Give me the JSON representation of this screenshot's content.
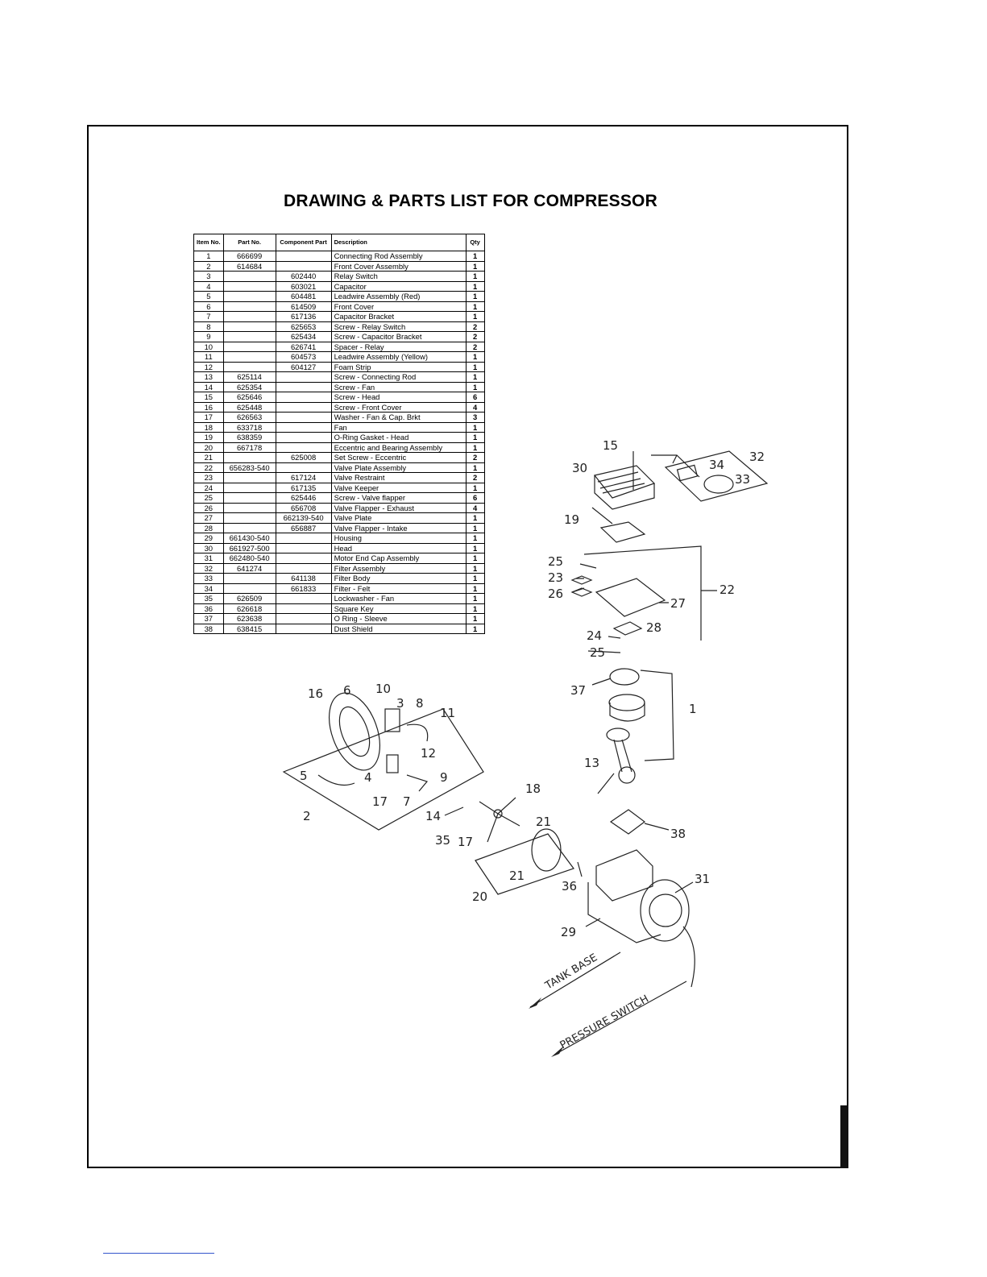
{
  "title": "DRAWING & PARTS LIST FOR COMPRESSOR",
  "table": {
    "headers": {
      "item": "Item No.",
      "part": "Part No.",
      "component": "Component Part",
      "description": "Description",
      "qty": "Qty"
    },
    "rows": [
      {
        "item": "1",
        "part": "666699",
        "component": "",
        "description": "Connecting Rod Assembly",
        "qty": "1"
      },
      {
        "item": "2",
        "part": "614684",
        "component": "",
        "description": "Front Cover Assembly",
        "qty": "1"
      },
      {
        "item": "3",
        "part": "",
        "component": "602440",
        "description": "Relay Switch",
        "qty": "1"
      },
      {
        "item": "4",
        "part": "",
        "component": "603021",
        "description": "Capacitor",
        "qty": "1"
      },
      {
        "item": "5",
        "part": "",
        "component": "604481",
        "description": "Leadwire Assembly (Red)",
        "qty": "1"
      },
      {
        "item": "6",
        "part": "",
        "component": "614509",
        "description": "Front Cover",
        "qty": "1"
      },
      {
        "item": "7",
        "part": "",
        "component": "617136",
        "description": "Capacitor Bracket",
        "qty": "1"
      },
      {
        "item": "8",
        "part": "",
        "component": "625653",
        "description": "Screw - Relay Switch",
        "qty": "2"
      },
      {
        "item": "9",
        "part": "",
        "component": "625434",
        "description": "Screw - Capacitor Bracket",
        "qty": "2"
      },
      {
        "item": "10",
        "part": "",
        "component": "626741",
        "description": "Spacer - Relay",
        "qty": "2"
      },
      {
        "item": "11",
        "part": "",
        "component": "604573",
        "description": "Leadwire Assembly (Yellow)",
        "qty": "1"
      },
      {
        "item": "12",
        "part": "",
        "component": "604127",
        "description": "Foam Strip",
        "qty": "1"
      },
      {
        "item": "13",
        "part": "625114",
        "component": "",
        "description": "Screw - Connecting Rod",
        "qty": "1"
      },
      {
        "item": "14",
        "part": "625354",
        "component": "",
        "description": "Screw - Fan",
        "qty": "1"
      },
      {
        "item": "15",
        "part": "625646",
        "component": "",
        "description": "Screw - Head",
        "qty": "6"
      },
      {
        "item": "16",
        "part": "625448",
        "component": "",
        "description": "Screw - Front Cover",
        "qty": "4"
      },
      {
        "item": "17",
        "part": "626563",
        "component": "",
        "description": "Washer - Fan & Cap. Brkt",
        "qty": "3"
      },
      {
        "item": "18",
        "part": "633718",
        "component": "",
        "description": "Fan",
        "qty": "1"
      },
      {
        "item": "19",
        "part": "638359",
        "component": "",
        "description": "O-Ring Gasket - Head",
        "qty": "1"
      },
      {
        "item": "20",
        "part": "667178",
        "component": "",
        "description": "Eccentric and Bearing Assembly",
        "qty": "1"
      },
      {
        "item": "21",
        "part": "",
        "component": "625008",
        "description": "Set Screw - Eccentric",
        "qty": "2"
      },
      {
        "item": "22",
        "part": "656283-540",
        "component": "",
        "description": "Valve Plate Assembly",
        "qty": "1"
      },
      {
        "item": "23",
        "part": "",
        "component": "617124",
        "description": "Valve Restraint",
        "qty": "2"
      },
      {
        "item": "24",
        "part": "",
        "component": "617135",
        "description": "Valve Keeper",
        "qty": "1"
      },
      {
        "item": "25",
        "part": "",
        "component": "625446",
        "description": "Screw - Valve flapper",
        "qty": "6"
      },
      {
        "item": "26",
        "part": "",
        "component": "656708",
        "description": "Valve Flapper - Exhaust",
        "qty": "4"
      },
      {
        "item": "27",
        "part": "",
        "component": "662139-540",
        "description": "Valve Plate",
        "qty": "1"
      },
      {
        "item": "28",
        "part": "",
        "component": "656887",
        "description": "Valve Flapper - Intake",
        "qty": "1"
      },
      {
        "item": "29",
        "part": "661430-540",
        "component": "",
        "description": "Housing",
        "qty": "1"
      },
      {
        "item": "30",
        "part": "661927-500",
        "component": "",
        "description": "Head",
        "qty": "1"
      },
      {
        "item": "31",
        "part": "662480-540",
        "component": "",
        "description": "Motor End Cap Assembly",
        "qty": "1"
      },
      {
        "item": "32",
        "part": "641274",
        "component": "",
        "description": "Filter Assembly",
        "qty": "1"
      },
      {
        "item": "33",
        "part": "",
        "component": "641138",
        "description": "Filter Body",
        "qty": "1"
      },
      {
        "item": "34",
        "part": "",
        "component": "661833",
        "description": "Filter - Felt",
        "qty": "1"
      },
      {
        "item": "35",
        "part": "626509",
        "component": "",
        "description": "Lockwasher - Fan",
        "qty": "1"
      },
      {
        "item": "36",
        "part": "626618",
        "component": "",
        "description": "Square Key",
        "qty": "1"
      },
      {
        "item": "37",
        "part": "623638",
        "component": "",
        "description": "O Ring - Sleeve",
        "qty": "1"
      },
      {
        "item": "38",
        "part": "638415",
        "component": "",
        "description": "Dust Shield",
        "qty": "1"
      }
    ]
  },
  "diagram": {
    "callouts": [
      "15",
      "30",
      "34",
      "32",
      "33",
      "19",
      "25",
      "23",
      "26",
      "27",
      "22",
      "24",
      "28",
      "25",
      "37",
      "1",
      "13",
      "38",
      "16",
      "6",
      "10",
      "3",
      "8",
      "11",
      "12",
      "5",
      "4",
      "17",
      "7",
      "9",
      "2",
      "14",
      "18",
      "35",
      "17",
      "21",
      "21",
      "20",
      "36",
      "31",
      "29"
    ],
    "tank_base_label": "TANK BASE",
    "pressure_switch_label": "PRESSURE SWITCH"
  }
}
